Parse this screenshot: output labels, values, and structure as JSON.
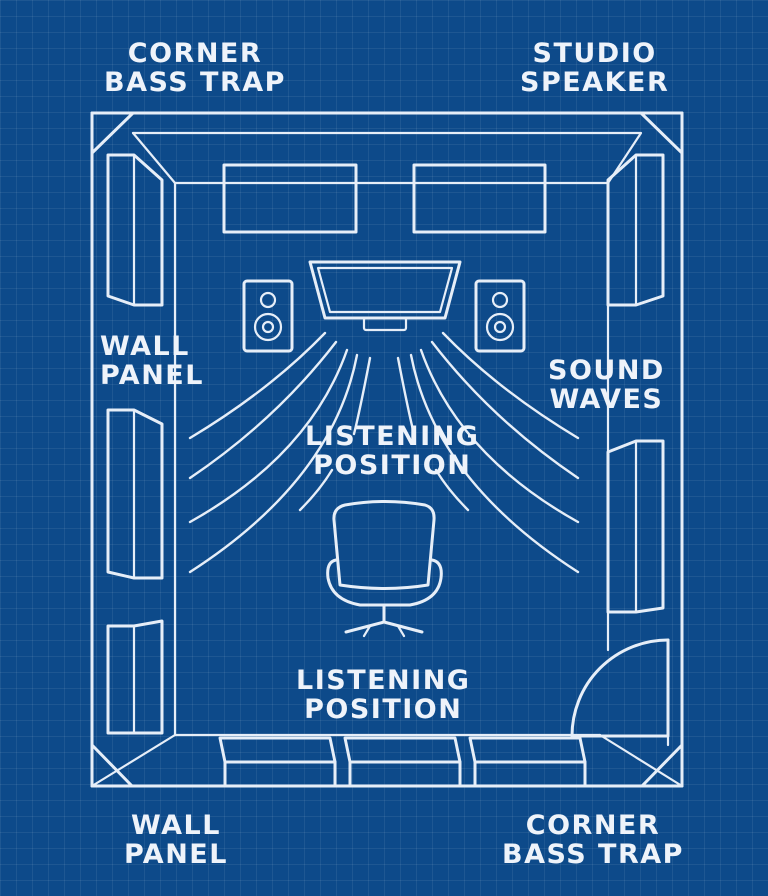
{
  "labels": {
    "corner_bass_trap_top": [
      "CORNER",
      "BASS TRAP"
    ],
    "studio_speaker": [
      "STUDIO",
      "SPEAKER"
    ],
    "wall_panel_left": [
      "WALL",
      "PANEL"
    ],
    "sound_waves": [
      "SOUND",
      "WAVES"
    ],
    "listening_position_center": [
      "LISTENING",
      "POSITION"
    ],
    "listening_position_bottom": [
      "LISTENING",
      "POSITION"
    ],
    "wall_panel_bottom": [
      "WALL",
      "PANEL"
    ],
    "corner_bass_trap_bottom": [
      "CORNER",
      "BASS TRAP"
    ]
  },
  "colors": {
    "background": "#0d4a8a",
    "line": "#e6eef8"
  },
  "icons": {
    "monitor": "monitor-icon",
    "speaker": "speaker-icon",
    "chair": "office-chair-icon",
    "door": "door-icon"
  }
}
